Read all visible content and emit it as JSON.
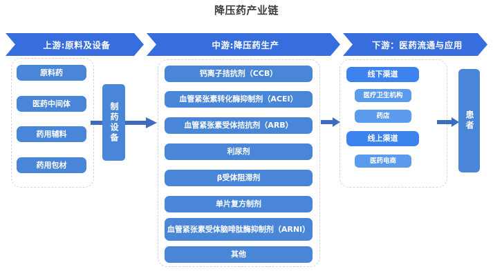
{
  "title": "降压药产业链",
  "banner": {
    "segments": [
      {
        "id": "upstream",
        "label": "上游:原料及设备"
      },
      {
        "id": "midstream",
        "label": "中游:降压药生产"
      },
      {
        "id": "downstream",
        "label": "下游：医药流通与应用"
      }
    ]
  },
  "upstream": {
    "items": [
      {
        "label": "原料药"
      },
      {
        "label": "医药中间体"
      },
      {
        "label": "药用辅料"
      },
      {
        "label": "药用包材"
      }
    ],
    "equipment": {
      "label": "制药设备"
    }
  },
  "midstream": {
    "items": [
      {
        "label": "钙离子拮抗剂（CCB）"
      },
      {
        "label": "血管紧张素转化酶抑制剂（ACEI）"
      },
      {
        "label": "血管紧张素受体拮抗剂（ARB）"
      },
      {
        "label": "利尿剂"
      },
      {
        "label": "β受体阻滞剂"
      },
      {
        "label": "单片复方制剂"
      },
      {
        "label": "血管紧张素受体脑啡肽酶抑制剂（ARNI）"
      },
      {
        "label": "其他"
      }
    ]
  },
  "downstream": {
    "offline": {
      "label": "线下渠道"
    },
    "offline_children": [
      {
        "label": "医疗卫生机构"
      },
      {
        "label": "药店"
      }
    ],
    "online": {
      "label": "线上渠道"
    },
    "online_children": [
      {
        "label": "医药电商"
      }
    ],
    "patient": {
      "label": "患者"
    }
  },
  "icons": {
    "arrow_up_to_mid": "right-arrow-icon",
    "arrow_mid_to_down": "right-arrow-icon",
    "arrow_down_to_patient": "right-arrow-icon"
  },
  "colors": {
    "banner": "#386ddd",
    "pill": "#4a86d8",
    "pill_strong": "#3d83ef",
    "pill_light": "#5b9bee",
    "arrow": "#3f6cc0",
    "title_text": "#3c3c3c",
    "container_border": "#d4d4d4",
    "background": "#ffffff"
  }
}
